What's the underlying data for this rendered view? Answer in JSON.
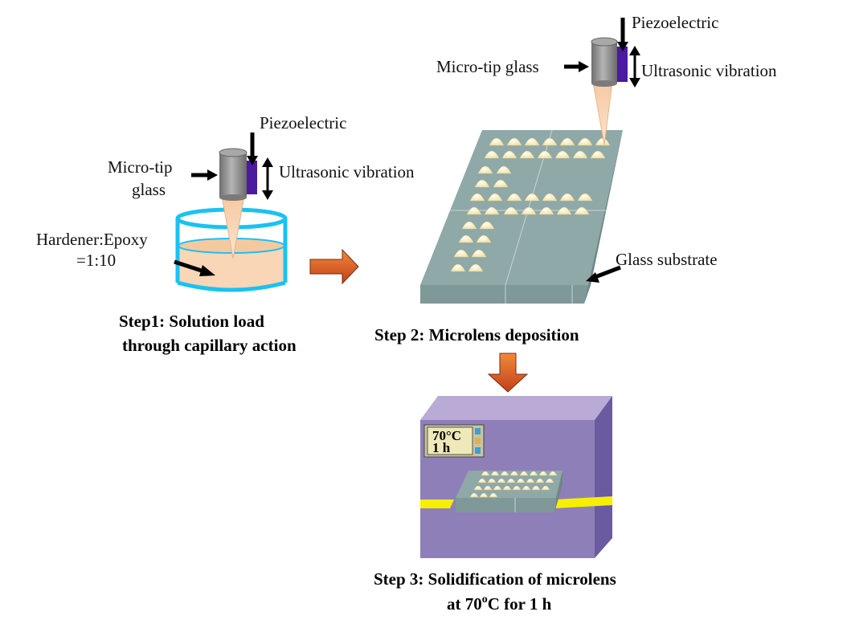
{
  "step1": {
    "piezo_label": "Piezoelectric",
    "tip_label_line1": "Micro-tip",
    "tip_label_line2": "glass",
    "vibration_label": "Ultrasonic vibration",
    "ratio_line1": "Hardener:Epoxy",
    "ratio_line2": "=1:10",
    "caption_line1": "Step1: Solution load",
    "caption_line2": "through capillary action"
  },
  "step2": {
    "piezo_label": "Piezoelectric",
    "tip_label": "Micro-tip glass",
    "vibration_label": "Ultrasonic vibration",
    "substrate_label": "Glass substrate",
    "caption": "Step 2: Microlens deposition"
  },
  "step3": {
    "display_line1": "70°C",
    "display_line2": "1 h",
    "caption_line1": "Step 3: Solidification of microlens",
    "caption_line2_pre": "at 70",
    "caption_line2_sup": "o",
    "caption_line2_post": "C for 1 h"
  },
  "colors": {
    "tip_gray": "#8a8a8a",
    "piezo_purple": "#4b1a9e",
    "beaker_outline": "#19c2f2",
    "solution": "#f8d6b6",
    "substrate": "#8fa8a8",
    "microlens": "#fdf3c8",
    "process_arrow": "#d9531e",
    "oven_front": "#8f7fb8",
    "oven_side": "#6a5aa0",
    "oven_top": "#b9abd6",
    "heater_strip": "#f5f000"
  }
}
